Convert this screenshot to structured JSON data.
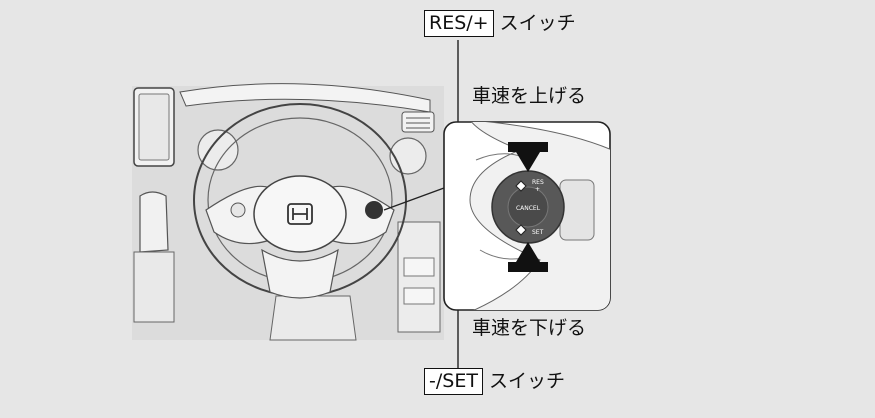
{
  "labels": {
    "res_button": "RES/+",
    "res_suffix": "スイッチ",
    "set_button": "-/SET",
    "set_suffix": "スイッチ",
    "speed_up": "車速を上げる",
    "speed_down": "車速を下げる"
  },
  "switch_face": {
    "res": "RES",
    "plus": "+",
    "cancel": "CANCEL",
    "set": "SET"
  },
  "colors": {
    "background": "#e6e6e6",
    "line": "#333333",
    "arrow": "#111111"
  }
}
